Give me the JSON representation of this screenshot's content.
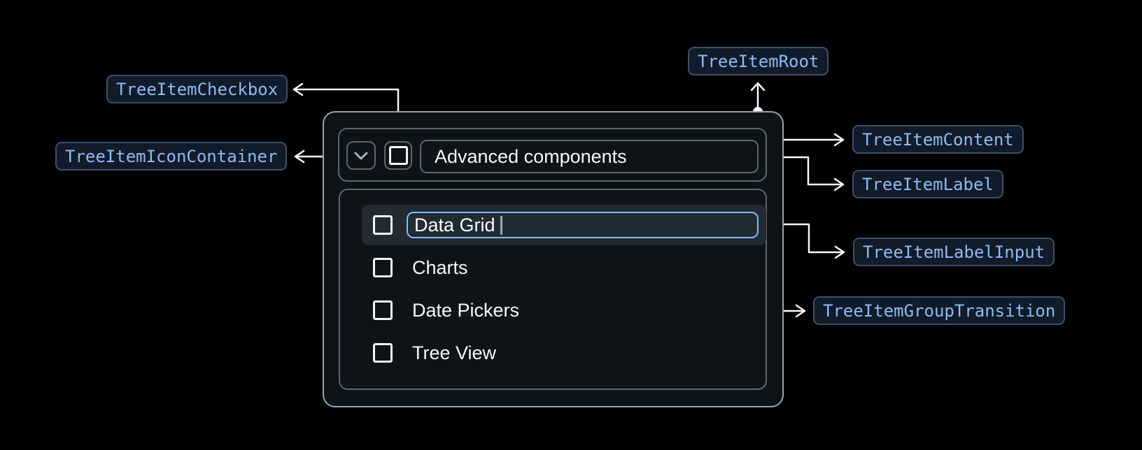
{
  "badges": {
    "root": {
      "label": "TreeItemRoot"
    },
    "checkbox": {
      "label": "TreeItemCheckbox"
    },
    "icon_container": {
      "label": "TreeItemIconContainer"
    },
    "content": {
      "label": "TreeItemContent"
    },
    "label": {
      "label": "TreeItemLabel"
    },
    "label_input": {
      "label": "TreeItemLabelInput"
    },
    "group_transition": {
      "label": "TreeItemGroupTransition"
    }
  },
  "tree": {
    "parent_label": "Advanced components",
    "parent_expanded": true,
    "parent_checkbox_checked": false,
    "edit_value": "Data Grid",
    "items": [
      {
        "label": "Charts",
        "checked": false
      },
      {
        "label": "Date Pickers",
        "checked": false
      },
      {
        "label": "Tree View",
        "checked": false
      }
    ]
  },
  "colors": {
    "page_background": "#000000",
    "component_background": "#0e1318",
    "badge_background": "#111b29",
    "badge_border": "#3d5166",
    "badge_text": "#8cbcf2",
    "outer_border": "#99a3ae",
    "inner_border": "#5c6670",
    "row_highlight": "#222a34",
    "input_focus_border": "#87bcf6",
    "connector": "#f7f9fb",
    "text": "#f5f7fa"
  }
}
